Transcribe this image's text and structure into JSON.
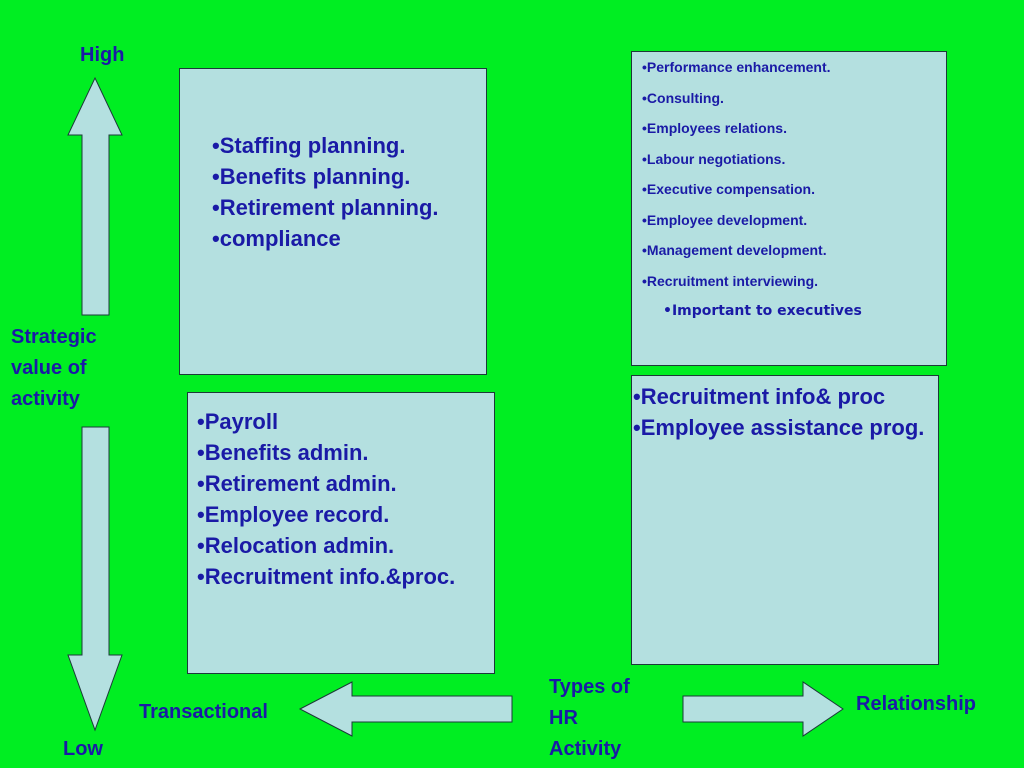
{
  "axis": {
    "high": "High",
    "low": "Low",
    "strategic_line1": "Strategic",
    "strategic_line2": "value of",
    "strategic_line3": "activity",
    "transactional": "Transactional",
    "relationship": "Relationship",
    "types_line1": "Types of",
    "types_line2": "HR",
    "types_line3": "Activity"
  },
  "quadrants": {
    "top_left": {
      "items": [
        "Staffing planning.",
        "Benefits planning.",
        "Retirement planning.",
        "compliance"
      ]
    },
    "top_right": {
      "items": [
        "Performance enhancement.",
        "Consulting.",
        "Employees relations.",
        "Labour negotiations.",
        "Executive compensation.",
        "Employee development.",
        "Management development.",
        "Recruitment interviewing."
      ],
      "highlight": "Important to executives"
    },
    "bottom_left": {
      "items": [
        "Payroll",
        "Benefits admin.",
        "Retirement admin.",
        "Employee record.",
        "Relocation admin.",
        "Recruitment info.&proc."
      ]
    },
    "bottom_right": {
      "items": [
        "Recruitment info& proc",
        "Employee assistance prog."
      ]
    }
  },
  "colors": {
    "background": "#00ee22",
    "box_fill": "#b4e0e0",
    "text": "#1a1aa6"
  }
}
